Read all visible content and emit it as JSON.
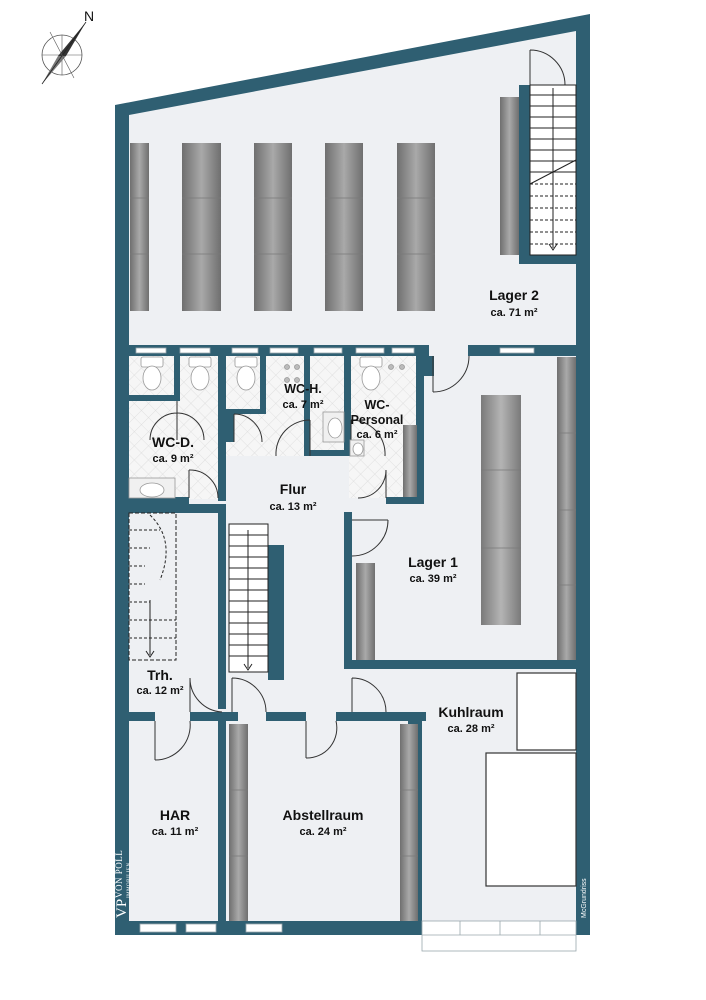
{
  "compass": {
    "label": "N"
  },
  "rooms": [
    {
      "id": "lager2",
      "name": "Lager 2",
      "area": "ca. 71 m²"
    },
    {
      "id": "wc-h",
      "name": "WC-H.",
      "area": "ca. 7 m²"
    },
    {
      "id": "wc-personal",
      "name_line1": "WC-",
      "name_line2": "Personal",
      "area": "ca. 6 m²"
    },
    {
      "id": "wc-d",
      "name": "WC-D.",
      "area": "ca. 9 m²"
    },
    {
      "id": "flur",
      "name": "Flur",
      "area": "ca. 13 m²"
    },
    {
      "id": "lager1",
      "name": "Lager 1",
      "area": "ca. 39 m²"
    },
    {
      "id": "trh",
      "name": "Trh.",
      "area": "ca. 12 m²"
    },
    {
      "id": "kuhlraum",
      "name": "Kuhlraum",
      "area": "ca. 28 m²"
    },
    {
      "id": "har",
      "name": "HAR",
      "area": "ca. 11 m²"
    },
    {
      "id": "abstellraum",
      "name": "Abstellraum",
      "area": "ca. 24 m²"
    }
  ],
  "branding": {
    "logo_mark": "VP",
    "logo_text": "VON POLL",
    "logo_sub": "IMMOBILIEN",
    "credit": "McGrundriss"
  },
  "colors": {
    "wall": "#2f5f72",
    "floor": "#eef0f3",
    "tile": "#f4f4f4",
    "shelf": "#8e8e8e",
    "window": "#ffffff"
  }
}
